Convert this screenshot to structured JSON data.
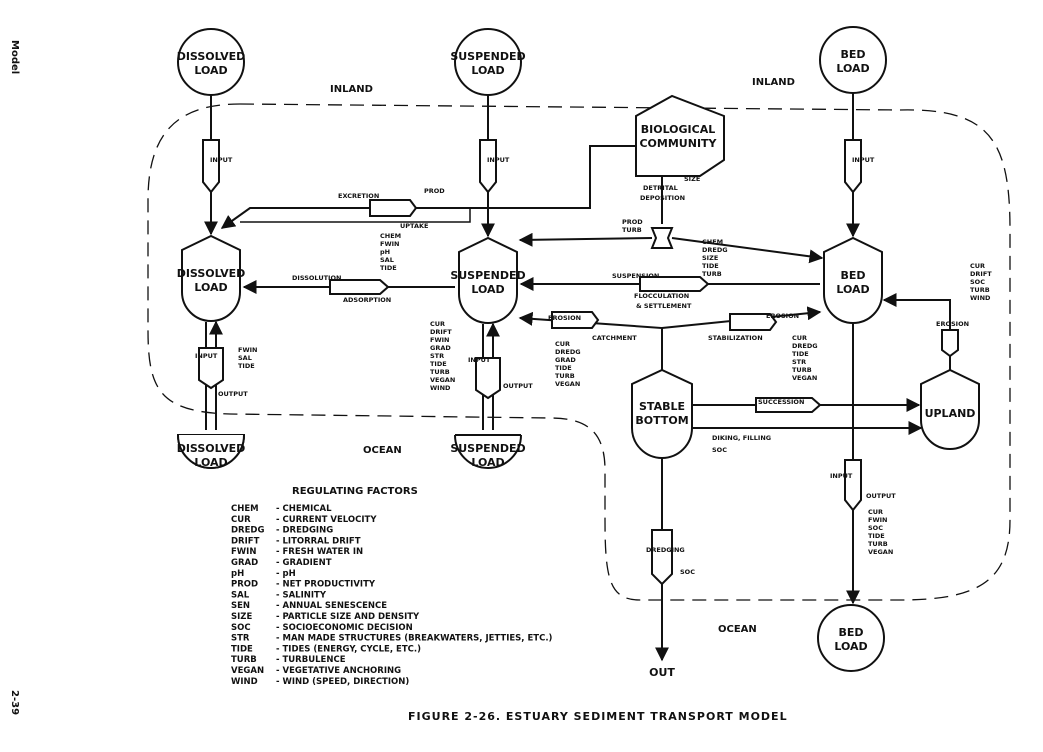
{
  "side_labels": {
    "model": "Model",
    "page": "2-39"
  },
  "regions": {
    "inland_left": "INLAND",
    "inland_right": "INLAND",
    "ocean_center": "OCEAN",
    "ocean_right": "OCEAN"
  },
  "sources": {
    "dissolved_top": [
      "DISSOLVED",
      "LOAD"
    ],
    "suspended_top": [
      "SUSPENDED",
      "LOAD"
    ],
    "bed_top": [
      "BED",
      "LOAD"
    ],
    "dissolved_bottom": [
      "DISSOLVED",
      "LOAD"
    ],
    "suspended_bottom": [
      "SUSPENDED",
      "LOAD"
    ],
    "bed_bottom": [
      "BED",
      "LOAD"
    ]
  },
  "tanks": {
    "dissolved": [
      "DISSOLVED",
      "LOAD"
    ],
    "suspended": [
      "SUSPENDED",
      "LOAD"
    ],
    "bed": [
      "BED",
      "LOAD"
    ],
    "stable": [
      "STABLE",
      "BOTTOM"
    ],
    "upland": [
      "UPLAND"
    ],
    "biological": [
      "BIOLOGICAL",
      "COMMUNITY"
    ]
  },
  "valves": {
    "input": "INPUT",
    "output": "OUTPUT",
    "excretion": "EXCRETION",
    "uptake": "UPTAKE",
    "dissolution": "DISSOLUTION",
    "adsorption": "ADSORPTION",
    "detrital": [
      "DETRITAL",
      "DEPOSITION"
    ],
    "suspension": "SUSPENSION",
    "flocculation": [
      "FLOCCULATION",
      "& SETTLEMENT"
    ],
    "erosion": "EROSION",
    "catchment": "CATCHMENT",
    "stabilization": "STABILIZATION",
    "succession": "SUCCESSION",
    "diking": "DIKING, FILLING",
    "dredging": "DREDGING",
    "out": "OUT"
  },
  "factor_lists": {
    "prod_uptake": [
      "PROD"
    ],
    "size": [
      "SIZE"
    ],
    "prod_turb": [
      "PROD",
      "TURB"
    ],
    "chem_block": [
      "CHEM",
      "FWIN",
      "pH",
      "SAL",
      "TIDE"
    ],
    "center_block": [
      "CHEM",
      "DREDG",
      "SIZE",
      "TIDE",
      "TURB"
    ],
    "dissolved_input": [
      "FWIN",
      "SAL",
      "TIDE"
    ],
    "suspended_input": [
      "CUR",
      "DRIFT",
      "FWIN",
      "GRAD",
      "STR",
      "TIDE",
      "TURB",
      "VEGAN",
      "WIND"
    ],
    "catchment": [
      "CUR",
      "DREDG",
      "GRAD",
      "TIDE",
      "TURB",
      "VEGAN"
    ],
    "stabilization": [
      "CUR",
      "DREDG",
      "TIDE",
      "STR",
      "TURB",
      "VEGAN"
    ],
    "bed_erosion": [
      "CUR",
      "DRIFT",
      "SOC",
      "TURB",
      "WIND"
    ],
    "bed_output": [
      "CUR",
      "FWIN",
      "SOC",
      "TIDE",
      "TURB",
      "VEGAN"
    ],
    "soc": [
      "SOC"
    ]
  },
  "legend": {
    "title": "REGULATING FACTORS",
    "items": [
      {
        "code": "CHEM",
        "desc": "- CHEMICAL"
      },
      {
        "code": "CUR",
        "desc": "- CURRENT VELOCITY"
      },
      {
        "code": "DREDG",
        "desc": "- DREDGING"
      },
      {
        "code": "DRIFT",
        "desc": "- LITORRAL DRIFT"
      },
      {
        "code": "FWIN",
        "desc": "- FRESH WATER IN"
      },
      {
        "code": "GRAD",
        "desc": "- GRADIENT"
      },
      {
        "code": "pH",
        "desc": "- pH"
      },
      {
        "code": "PROD",
        "desc": "- NET PRODUCTIVITY"
      },
      {
        "code": "SAL",
        "desc": "- SALINITY"
      },
      {
        "code": "SEN",
        "desc": "- ANNUAL SENESCENCE"
      },
      {
        "code": "SIZE",
        "desc": "- PARTICLE SIZE AND DENSITY"
      },
      {
        "code": "SOC",
        "desc": "- SOCIOECONOMIC DECISION"
      },
      {
        "code": "STR",
        "desc": "- MAN MADE STRUCTURES (BREAKWATERS, JETTIES, ETC.)"
      },
      {
        "code": "TIDE",
        "desc": "- TIDES (ENERGY, CYCLE, ETC.)"
      },
      {
        "code": "TURB",
        "desc": "- TURBULENCE"
      },
      {
        "code": "VEGAN",
        "desc": "- VEGETATIVE ANCHORING"
      },
      {
        "code": "WIND",
        "desc": "- WIND (SPEED, DIRECTION)"
      }
    ]
  },
  "caption": "FIGURE 2-26.  ESTUARY SEDIMENT TRANSPORT MODEL"
}
